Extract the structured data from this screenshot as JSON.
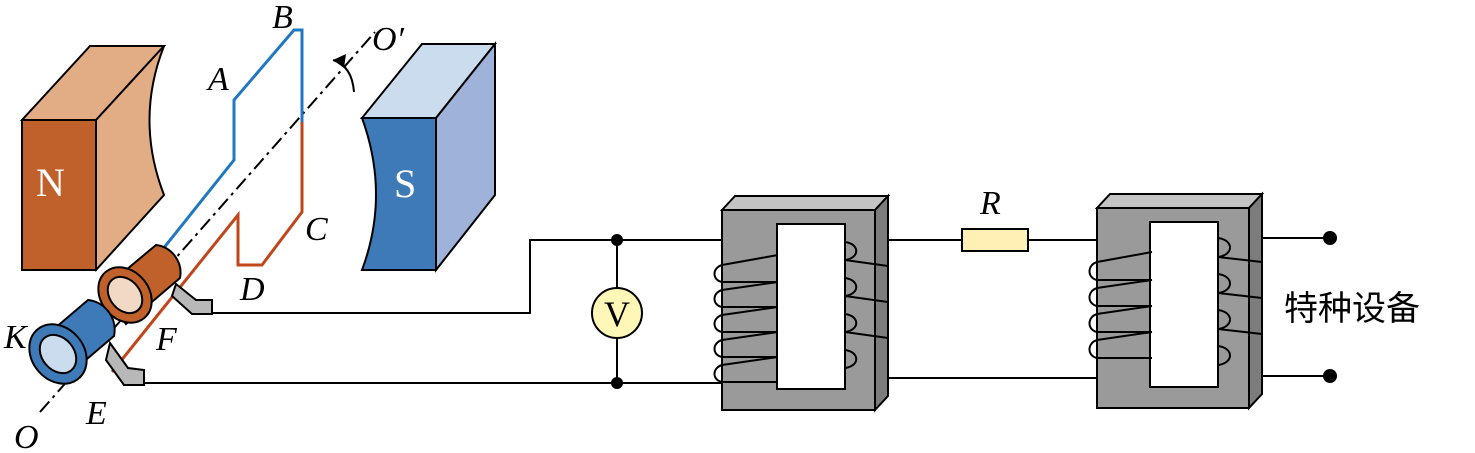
{
  "magnets": {
    "north": "N",
    "south": "S"
  },
  "coil_labels": {
    "a": "A",
    "b": "B",
    "c": "C",
    "d": "D"
  },
  "axis_labels": {
    "o": "O",
    "o_prime": "O′"
  },
  "ring_labels": {
    "k": "K",
    "f": "F",
    "e": "E"
  },
  "voltmeter": "V",
  "resistor": "R",
  "load": "特种设备",
  "colors": {
    "north": "#c0612b",
    "north_face": "#e2ac85",
    "south": "#3f7ab8",
    "south_face": "#cadced",
    "south_side": "#9fb3da",
    "coil_blue": "#1f78c1",
    "coil_red": "#c0461b",
    "core_gray": "#9a9a9a",
    "voltmeter_fill": "#fff7b8",
    "resistor_fill": "#fff0b5"
  },
  "icons": [
    "north-magnet",
    "south-magnet",
    "coil",
    "slip-ring",
    "brush",
    "voltmeter",
    "resistor",
    "transformer-core",
    "terminal"
  ]
}
